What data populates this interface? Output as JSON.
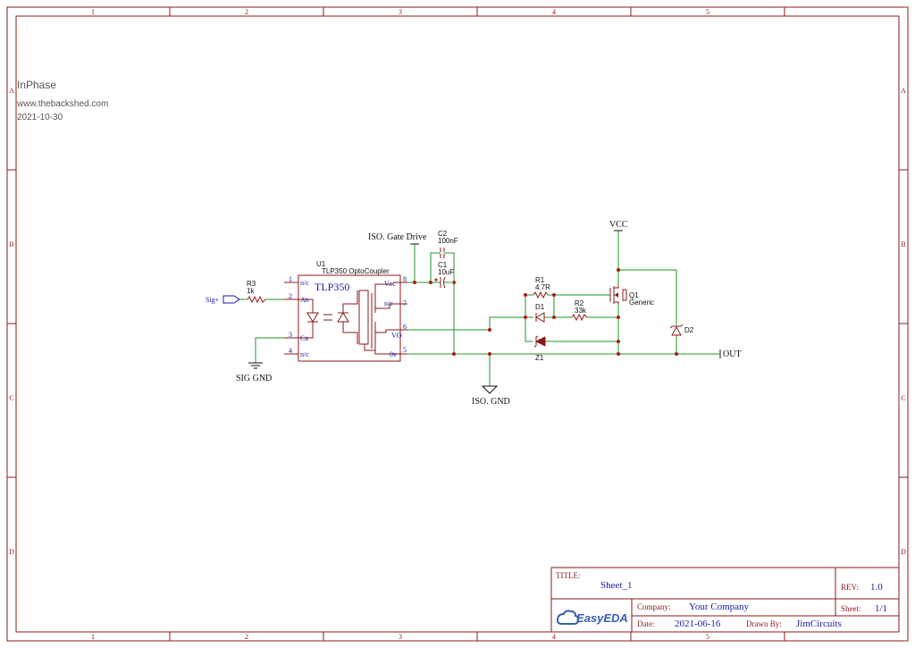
{
  "colors": {
    "frame": "#8b1a1a",
    "wire": "#22962a",
    "part": "#8b1a1a",
    "label": "#1a1aa8",
    "text": "#111111",
    "junction": "#b01818",
    "eda": "#3a5fae"
  },
  "border": {
    "columns": [
      "1",
      "2",
      "3",
      "4",
      "5"
    ],
    "rows": [
      "A",
      "B",
      "C",
      "D"
    ]
  },
  "notes": {
    "title": "InPhase",
    "url": "www.thebackshed.com",
    "date": "2021-10-30"
  },
  "title_block": {
    "title_label": "TITLE:",
    "title_value": "Sheet_1",
    "rev_label": "REV:",
    "rev_value": "1.0",
    "company_label": "Company:",
    "company_value": "Your Company",
    "sheet_label": "Sheet:",
    "sheet_value": "1/1",
    "date_label": "Date:",
    "date_value": "2021-06-16",
    "drawn_label": "Drawn By:",
    "drawn_value": "JimCircuits",
    "logo_text": "EasyEDA"
  },
  "u1": {
    "ref": "U1",
    "part": "TLP350 OptoCoupler",
    "name": "TLP350",
    "pins": [
      {
        "num": "1",
        "name": "n/c"
      },
      {
        "num": "2",
        "name": "An"
      },
      {
        "num": "3",
        "name": "Ca"
      },
      {
        "num": "4",
        "name": "n/c"
      },
      {
        "num": "8",
        "name": "Vcc"
      },
      {
        "num": "7",
        "name": "n/c"
      },
      {
        "num": "6",
        "name": "VO"
      },
      {
        "num": "5",
        "name": "0v"
      }
    ]
  },
  "parts": {
    "r3": {
      "ref": "R3",
      "value": "1k"
    },
    "c2": {
      "ref": "C2",
      "value": "100nF"
    },
    "c1": {
      "ref": "C1",
      "value": "10uF"
    },
    "r1": {
      "ref": "R1",
      "value": "4.7R"
    },
    "r2": {
      "ref": "R2",
      "value": "33k"
    },
    "d1": {
      "ref": "D1"
    },
    "z1": {
      "ref": "Z1"
    },
    "q1": {
      "ref": "Q1",
      "value": "Generic"
    },
    "d2": {
      "ref": "D2"
    }
  },
  "nets": {
    "sig": "Sig+",
    "sig_gnd": "SIG GND",
    "iso_drive": "ISO. Gate Drive",
    "iso_gnd": "ISO. GND",
    "vcc": "VCC",
    "out": "OUT"
  }
}
